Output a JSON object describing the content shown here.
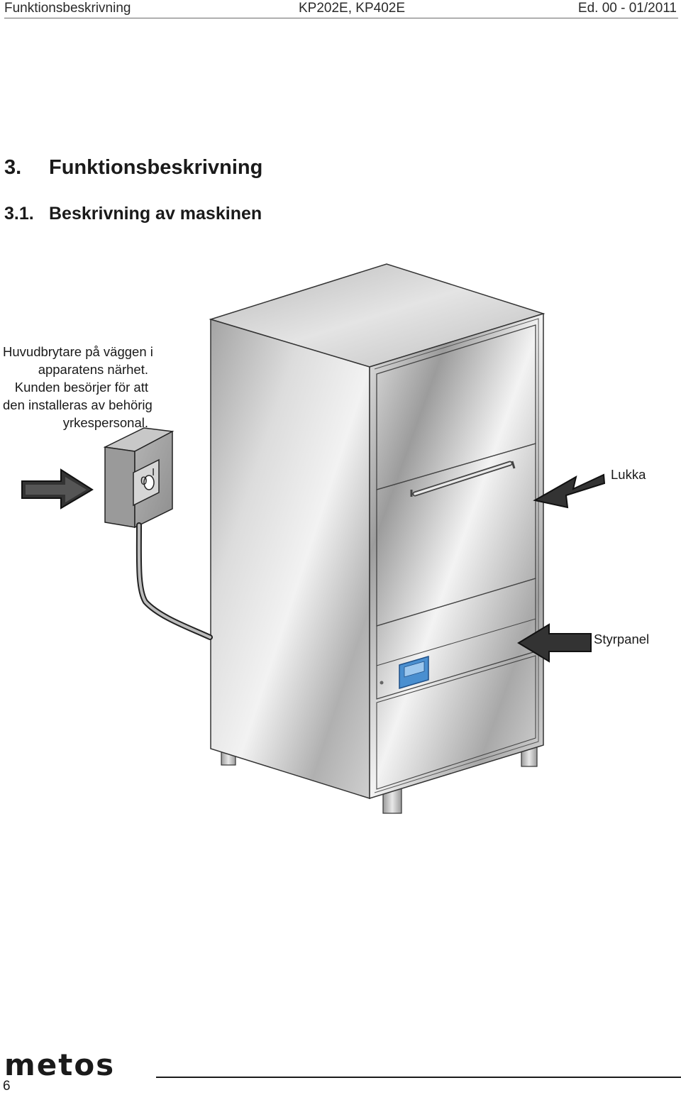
{
  "header": {
    "left": "Funktionsbeskrivning",
    "center": "KP202E, KP402E",
    "right": "Ed. 00 - 01/2011"
  },
  "section": {
    "number": "3.",
    "title": "Funktionsbeskrivning"
  },
  "subsection": {
    "number": "3.1.",
    "title": "Beskrivning av maskinen"
  },
  "callout_lines": [
    "Huvudbrytare på väggen i",
    "apparatens närhet.",
    "Kunden besörjer för att",
    "den installeras av behörig",
    "yrkespersonal."
  ],
  "labels": {
    "door": "Lukka",
    "panel": "Styrpanel"
  },
  "switch_marks": {
    "off": "0",
    "on": "I"
  },
  "brand": "metos",
  "page_number": "6"
}
